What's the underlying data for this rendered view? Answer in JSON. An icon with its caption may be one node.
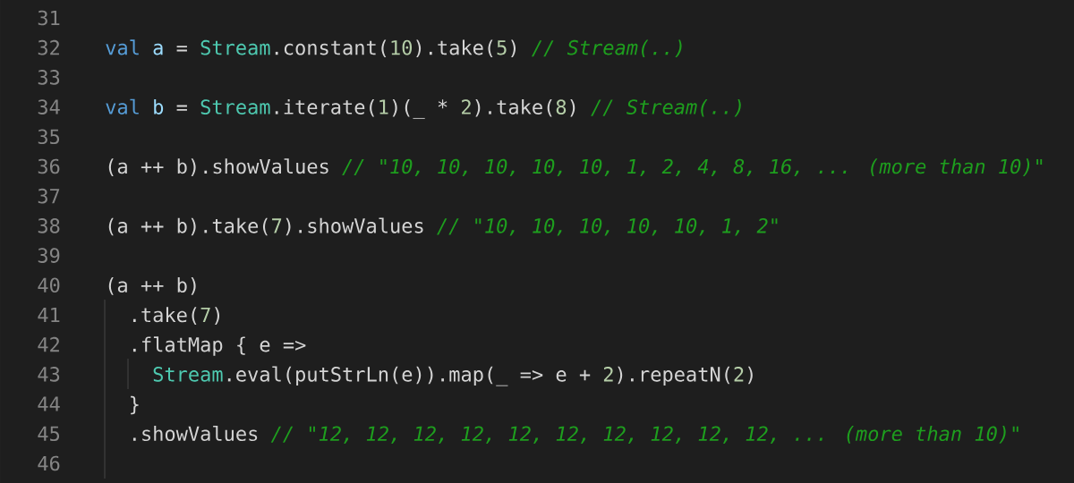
{
  "diagram": {
    "labels": [
      "31",
      "32",
      "val",
      "a",
      "=",
      "Stream",
      ".constant(",
      "10",
      ").take(",
      "5",
      ")",
      "// Stream(..)",
      "33",
      "34",
      "val",
      "b",
      "=",
      "Stream",
      ".iterate(",
      "1",
      ")(_ *",
      "2",
      ").take(",
      "8",
      ")",
      "// Stream(..)",
      "35",
      "36",
      "(a ++ b).showValues",
      "// \"10, 10, 10, 10, 10, 1, 2, 4, 8, 16, ... (more than 10)\"",
      "37",
      "38",
      "(a ++ b).take(",
      "7",
      ").showValues",
      "// \"10, 10, 10, 10, 10, 1, 2\"",
      "39",
      "40",
      "(a ++ b)",
      "41",
      ".take(",
      "7",
      ")",
      "42",
      ".flatMap { e =>",
      "43",
      "Stream",
      ".eval(putStrLn(e)).map(_ => e +",
      "2",
      ").repeatN(",
      "2",
      ")",
      "44",
      "}",
      "45",
      ".showValues",
      "// \"12, 12, 12, 12, 12, 12, 12, 12, 12, 12, ... (more than 10)\"",
      "46"
    ]
  }
}
